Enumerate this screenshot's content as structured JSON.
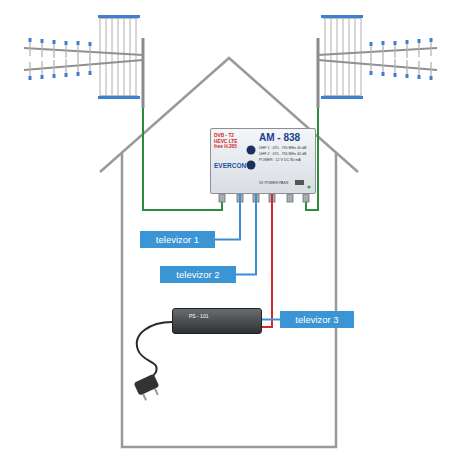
{
  "diagram": {
    "nodes": [
      {
        "text": [
          "AM - 838",
          "DVB - T2 HEVC LTE free H.265",
          "EVERCON",
          "UHF 1 : 470 - 790 MHz 40 dB",
          "UHF 2 : 470 - 790 MHz 40 dB",
          "POWER : 12 V DC 80 mA",
          "5V POWER PASS"
        ]
      },
      {
        "text": [
          "televizor 1"
        ]
      },
      {
        "text": [
          "televizor 2"
        ]
      },
      {
        "text": [
          "PS - 101"
        ]
      },
      {
        "text": [
          "televizor 3"
        ]
      }
    ],
    "edges": [
      {
        "from": 0,
        "to": 1,
        "arrow": "none"
      },
      {
        "from": 0,
        "to": 2,
        "arrow": "none"
      },
      {
        "from": 0,
        "to": 3,
        "arrow": "none"
      },
      {
        "from": 3,
        "to": 4,
        "arrow": "none"
      }
    ]
  }
}
